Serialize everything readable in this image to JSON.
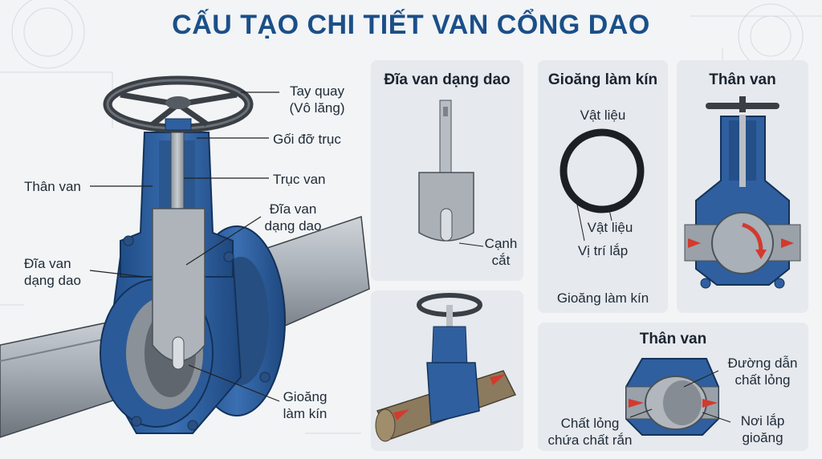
{
  "title": "CẤU TẠO CHI TIẾT VAN CỔNG DAO",
  "main": {
    "label_handwheel_1": "Tay quay",
    "label_handwheel_2": "(Vô lăng)",
    "label_bearing": "Gối đỡ trục",
    "label_stem": "Trục van",
    "label_disc_right_1": "Đĩa van",
    "label_disc_right_2": "dạng dao",
    "label_body": "Thân van",
    "label_disc_left_1": "Đĩa van",
    "label_disc_left_2": "dạng dao",
    "label_seal_1": "Gioăng",
    "label_seal_2": "làm kín"
  },
  "panel_disc": {
    "title": "Đĩa van dạng dao",
    "label_edge_1": "Cạnh",
    "label_edge_2": "cắt"
  },
  "panel_seal": {
    "title": "Gioăng làm kín",
    "label_material_top": "Vật liệu",
    "label_material": "Vật liệu",
    "label_position": "Vị trí lắp",
    "label_caption": "Gioăng làm kín"
  },
  "panel_body_top": {
    "title": "Thân van"
  },
  "panel_body_bottom": {
    "title": "Thân van",
    "label_path_1": "Đường dẫn",
    "label_path_2": "chất lỏng",
    "label_fluid_1": "Chất lỏng",
    "label_fluid_2": "chứa chất rắn",
    "label_seat_1": "Nơi lắp",
    "label_seat_2": "gioăng"
  },
  "colors": {
    "title": "#1b4f88",
    "valve_blue": "#2f5f9e",
    "steel": "#a9b0b8",
    "arrow": "#d23a2e",
    "panel": "#e6e9ed"
  }
}
